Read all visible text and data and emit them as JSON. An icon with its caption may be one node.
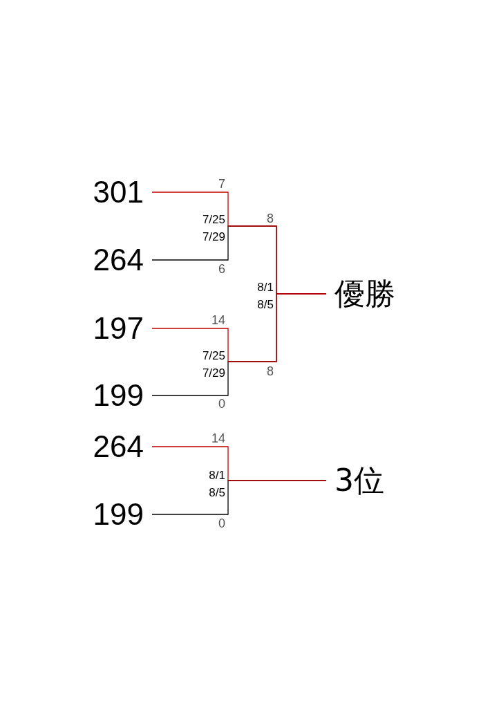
{
  "diagram": {
    "nodes": [
      {
        "text": [
          "301"
        ]
      },
      {
        "text": [
          "264"
        ]
      },
      {
        "text": [
          "197"
        ]
      },
      {
        "text": [
          "199"
        ]
      },
      {
        "text": [
          "264"
        ]
      },
      {
        "text": [
          "199"
        ]
      },
      {
        "text": [
          "優勝"
        ]
      },
      {
        "text": [
          "3位"
        ]
      }
    ],
    "edges": [
      {
        "from": 1,
        "to": 6,
        "arrow": "none",
        "color": "#000000"
      },
      {
        "from": 3,
        "to": 6,
        "arrow": "none",
        "color": "#000000"
      },
      {
        "from": 5,
        "to": 7,
        "arrow": "none",
        "color": "#000000"
      },
      {
        "from": 2,
        "to": 6,
        "arrow": "none",
        "color": "#c00000"
      },
      {
        "from": 0,
        "to": 6,
        "arrow": "none",
        "color": "#c00000"
      },
      {
        "from": 4,
        "to": 7,
        "arrow": "none",
        "color": "#c00000"
      }
    ],
    "labels": [
      "7",
      "7/25 7/29",
      "8",
      "6",
      "8/1 8/5",
      "14",
      "7/25 7/29",
      "8",
      "0",
      "14",
      "8/1 8/5",
      "0"
    ]
  }
}
